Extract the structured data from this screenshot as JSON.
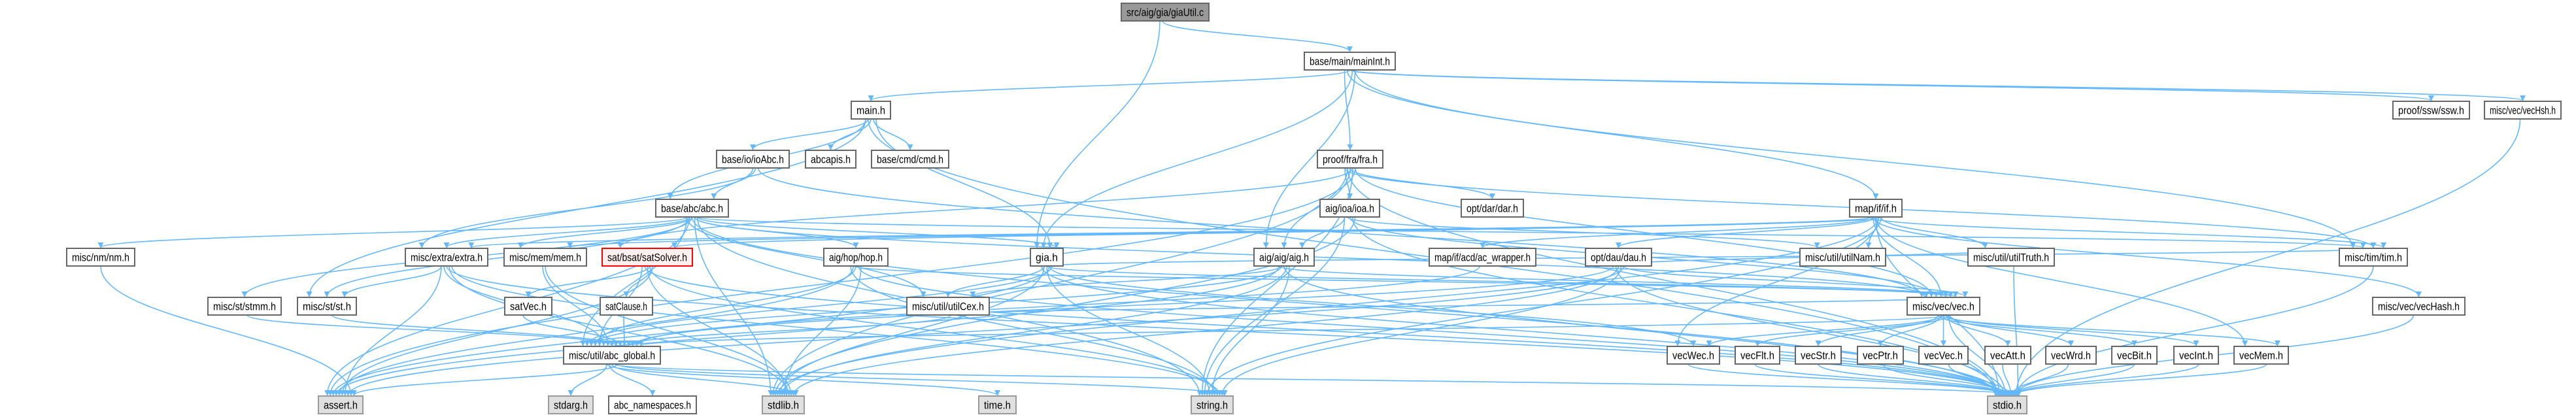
{
  "title": "src/aig/gia/giaUtil.c",
  "colors": {
    "edge": "#63b8ff",
    "node_border": "#666666",
    "system_fill": "#e0e0e0",
    "source_fill": "#999999",
    "highlight_border": "#ff0000",
    "highlight_fill": "#fff0f0"
  },
  "nodes": [
    {
      "id": "giaUtil",
      "label": "src/aig/gia/giaUtil.c",
      "kind": "src"
    },
    {
      "id": "mainInt",
      "label": "base/main/mainInt.h"
    },
    {
      "id": "main",
      "label": "main.h"
    },
    {
      "id": "ssw",
      "label": "proof/ssw/ssw.h"
    },
    {
      "id": "vecHsh",
      "label": "misc/vec/vecHsh.h"
    },
    {
      "id": "ioAbc",
      "label": "base/io/ioAbc.h"
    },
    {
      "id": "abcapis",
      "label": "abcapis.h"
    },
    {
      "id": "cmd",
      "label": "base/cmd/cmd.h"
    },
    {
      "id": "fra",
      "label": "proof/fra/fra.h"
    },
    {
      "id": "abc",
      "label": "base/abc/abc.h"
    },
    {
      "id": "ioa",
      "label": "aig/ioa/ioa.h"
    },
    {
      "id": "dar",
      "label": "opt/dar/dar.h"
    },
    {
      "id": "if",
      "label": "map/if/if.h"
    },
    {
      "id": "nm",
      "label": "misc/nm/nm.h"
    },
    {
      "id": "extra",
      "label": "misc/extra/extra.h"
    },
    {
      "id": "mem",
      "label": "misc/mem/mem.h"
    },
    {
      "id": "satSolver",
      "label": "sat/bsat/satSolver.h",
      "kind": "red"
    },
    {
      "id": "hop",
      "label": "aig/hop/hop.h"
    },
    {
      "id": "gia",
      "label": "gia.h"
    },
    {
      "id": "aig",
      "label": "aig/aig/aig.h"
    },
    {
      "id": "ac",
      "label": "map/if/acd/ac_wrapper.h"
    },
    {
      "id": "dau",
      "label": "opt/dau/dau.h"
    },
    {
      "id": "utilNam",
      "label": "misc/util/utilNam.h"
    },
    {
      "id": "utilTruth",
      "label": "misc/util/utilTruth.h"
    },
    {
      "id": "tim",
      "label": "misc/tim/tim.h"
    },
    {
      "id": "stmm",
      "label": "misc/st/stmm.h"
    },
    {
      "id": "st",
      "label": "misc/st/st.h"
    },
    {
      "id": "satVec",
      "label": "satVec.h"
    },
    {
      "id": "satClause",
      "label": "satClause.h"
    },
    {
      "id": "utilCex",
      "label": "misc/util/utilCex.h"
    },
    {
      "id": "vec",
      "label": "misc/vec/vec.h"
    },
    {
      "id": "vecHash",
      "label": "misc/vec/vecHash.h"
    },
    {
      "id": "abcGlobal",
      "label": "misc/util/abc_global.h"
    },
    {
      "id": "vecWec",
      "label": "vecWec.h"
    },
    {
      "id": "vecFlt",
      "label": "vecFlt.h"
    },
    {
      "id": "vecStr",
      "label": "vecStr.h"
    },
    {
      "id": "vecPtr",
      "label": "vecPtr.h"
    },
    {
      "id": "vecVec",
      "label": "vecVec.h"
    },
    {
      "id": "vecAtt",
      "label": "vecAtt.h"
    },
    {
      "id": "vecWrd",
      "label": "vecWrd.h"
    },
    {
      "id": "vecBit",
      "label": "vecBit.h"
    },
    {
      "id": "vecInt",
      "label": "vecInt.h"
    },
    {
      "id": "vecMem",
      "label": "vecMem.h"
    },
    {
      "id": "assert",
      "label": "assert.h",
      "kind": "sys"
    },
    {
      "id": "stdarg",
      "label": "stdarg.h",
      "kind": "sys"
    },
    {
      "id": "abcNs",
      "label": "abc_namespaces.h"
    },
    {
      "id": "stdlib",
      "label": "stdlib.h",
      "kind": "sys"
    },
    {
      "id": "time",
      "label": "time.h",
      "kind": "sys"
    },
    {
      "id": "string",
      "label": "string.h",
      "kind": "sys"
    },
    {
      "id": "stdio",
      "label": "stdio.h",
      "kind": "sys"
    }
  ],
  "edges": [
    [
      "giaUtil",
      "gia"
    ],
    [
      "giaUtil",
      "mainInt"
    ],
    [
      "mainInt",
      "main"
    ],
    [
      "mainInt",
      "gia"
    ],
    [
      "mainInt",
      "aig"
    ],
    [
      "mainInt",
      "fra"
    ],
    [
      "mainInt",
      "if"
    ],
    [
      "mainInt",
      "ssw"
    ],
    [
      "mainInt",
      "vecHsh"
    ],
    [
      "mainInt",
      "tim"
    ],
    [
      "main",
      "abc"
    ],
    [
      "main",
      "ioAbc"
    ],
    [
      "main",
      "abcapis"
    ],
    [
      "main",
      "cmd"
    ],
    [
      "main",
      "gia"
    ],
    [
      "main",
      "st"
    ],
    [
      "main",
      "stdio"
    ],
    [
      "ioAbc",
      "abc"
    ],
    [
      "ioAbc",
      "extra"
    ],
    [
      "ioAbc",
      "vec"
    ],
    [
      "abc",
      "nm"
    ],
    [
      "abc",
      "extra"
    ],
    [
      "abc",
      "mem"
    ],
    [
      "abc",
      "hop"
    ],
    [
      "abc",
      "gia"
    ],
    [
      "abc",
      "utilCex"
    ],
    [
      "abc",
      "st"
    ],
    [
      "abc",
      "stmm"
    ],
    [
      "abc",
      "vec"
    ],
    [
      "abc",
      "tim"
    ],
    [
      "abc",
      "abcGlobal"
    ],
    [
      "abc",
      "assert"
    ],
    [
      "abc",
      "stdio"
    ],
    [
      "abc",
      "stdlib"
    ],
    [
      "abc",
      "string"
    ],
    [
      "fra",
      "ioa"
    ],
    [
      "fra",
      "aig"
    ],
    [
      "fra",
      "dar"
    ],
    [
      "fra",
      "satSolver"
    ],
    [
      "fra",
      "vec"
    ],
    [
      "fra",
      "tim"
    ],
    [
      "fra",
      "stdio"
    ],
    [
      "fra",
      "stdlib"
    ],
    [
      "fra",
      "string"
    ],
    [
      "fra",
      "assert"
    ],
    [
      "ioa",
      "aig"
    ],
    [
      "ioa",
      "utilNam"
    ],
    [
      "ioa",
      "vec"
    ],
    [
      "ioa",
      "stdio"
    ],
    [
      "ioa",
      "stdlib"
    ],
    [
      "ioa",
      "string"
    ],
    [
      "if",
      "ac"
    ],
    [
      "if",
      "dau"
    ],
    [
      "if",
      "utilNam"
    ],
    [
      "if",
      "utilTruth"
    ],
    [
      "if",
      "tim"
    ],
    [
      "if",
      "vec"
    ],
    [
      "if",
      "vecMem"
    ],
    [
      "if",
      "vecWec"
    ],
    [
      "if",
      "mem"
    ],
    [
      "if",
      "extra"
    ],
    [
      "if",
      "vecHash"
    ],
    [
      "if",
      "stdio"
    ],
    [
      "if",
      "stdlib"
    ],
    [
      "if",
      "string"
    ],
    [
      "if",
      "satSolver"
    ],
    [
      "gia",
      "utilCex"
    ],
    [
      "gia",
      "vec"
    ],
    [
      "gia",
      "vecWec"
    ],
    [
      "gia",
      "tim"
    ],
    [
      "gia",
      "stdio"
    ],
    [
      "gia",
      "stdlib"
    ],
    [
      "gia",
      "string"
    ],
    [
      "gia",
      "assert"
    ],
    [
      "gia",
      "abcGlobal"
    ],
    [
      "aig",
      "vec"
    ],
    [
      "aig",
      "utilCex"
    ],
    [
      "aig",
      "stdio"
    ],
    [
      "aig",
      "stdlib"
    ],
    [
      "aig",
      "string"
    ],
    [
      "aig",
      "assert"
    ],
    [
      "aig",
      "abcGlobal"
    ],
    [
      "hop",
      "vec"
    ],
    [
      "hop",
      "stdio"
    ],
    [
      "hop",
      "stdlib"
    ],
    [
      "hop",
      "string"
    ],
    [
      "hop",
      "assert"
    ],
    [
      "hop",
      "abcGlobal"
    ],
    [
      "satSolver",
      "satVec"
    ],
    [
      "satSolver",
      "satClause"
    ],
    [
      "satSolver",
      "abcGlobal"
    ],
    [
      "satSolver",
      "stdio"
    ],
    [
      "satSolver",
      "stdlib"
    ],
    [
      "satSolver",
      "string"
    ],
    [
      "satSolver",
      "assert"
    ],
    [
      "extra",
      "st"
    ],
    [
      "extra",
      "abcGlobal"
    ],
    [
      "extra",
      "stdio"
    ],
    [
      "extra",
      "stdlib"
    ],
    [
      "extra",
      "string"
    ],
    [
      "extra",
      "assert"
    ],
    [
      "mem",
      "abcGlobal"
    ],
    [
      "mem",
      "stdlib"
    ],
    [
      "stmm",
      "abcGlobal"
    ],
    [
      "st",
      "abcGlobal"
    ],
    [
      "satVec",
      "abcGlobal"
    ],
    [
      "satClause",
      "abcGlobal"
    ],
    [
      "utilCex",
      "vec"
    ],
    [
      "utilCex",
      "abcGlobal"
    ],
    [
      "dau",
      "vec"
    ],
    [
      "dau",
      "utilTruth"
    ],
    [
      "dau",
      "stdio"
    ],
    [
      "dau",
      "stdlib"
    ],
    [
      "dau",
      "string"
    ],
    [
      "dau",
      "assert"
    ],
    [
      "dau",
      "abcGlobal"
    ],
    [
      "ac",
      "abcGlobal"
    ],
    [
      "nm",
      "assert"
    ],
    [
      "vec",
      "vecInt"
    ],
    [
      "vec",
      "vecFlt"
    ],
    [
      "vec",
      "vecStr"
    ],
    [
      "vec",
      "vecPtr"
    ],
    [
      "vec",
      "vecVec"
    ],
    [
      "vec",
      "vecAtt"
    ],
    [
      "vec",
      "vecWrd"
    ],
    [
      "vec",
      "vecBit"
    ],
    [
      "vec",
      "vecMem"
    ],
    [
      "vec",
      "vecWec"
    ],
    [
      "vec",
      "abcGlobal"
    ],
    [
      "vec",
      "stdio"
    ],
    [
      "vecWec",
      "stdio"
    ],
    [
      "vecFlt",
      "stdio"
    ],
    [
      "vecStr",
      "stdio"
    ],
    [
      "vecPtr",
      "stdio"
    ],
    [
      "vecVec",
      "stdio"
    ],
    [
      "vecAtt",
      "stdio"
    ],
    [
      "vecWrd",
      "stdio"
    ],
    [
      "vecBit",
      "stdio"
    ],
    [
      "vecInt",
      "stdio"
    ],
    [
      "vecMem",
      "stdio"
    ],
    [
      "vecHash",
      "stdio"
    ],
    [
      "vecHsh",
      "stdio"
    ],
    [
      "tim",
      "stdio"
    ],
    [
      "utilTruth",
      "stdio"
    ],
    [
      "abcGlobal",
      "assert"
    ],
    [
      "abcGlobal",
      "stdarg"
    ],
    [
      "abcGlobal",
      "abcNs"
    ],
    [
      "abcGlobal",
      "stdlib"
    ],
    [
      "abcGlobal",
      "stdio"
    ],
    [
      "abcGlobal",
      "string"
    ],
    [
      "abcGlobal",
      "time"
    ]
  ]
}
